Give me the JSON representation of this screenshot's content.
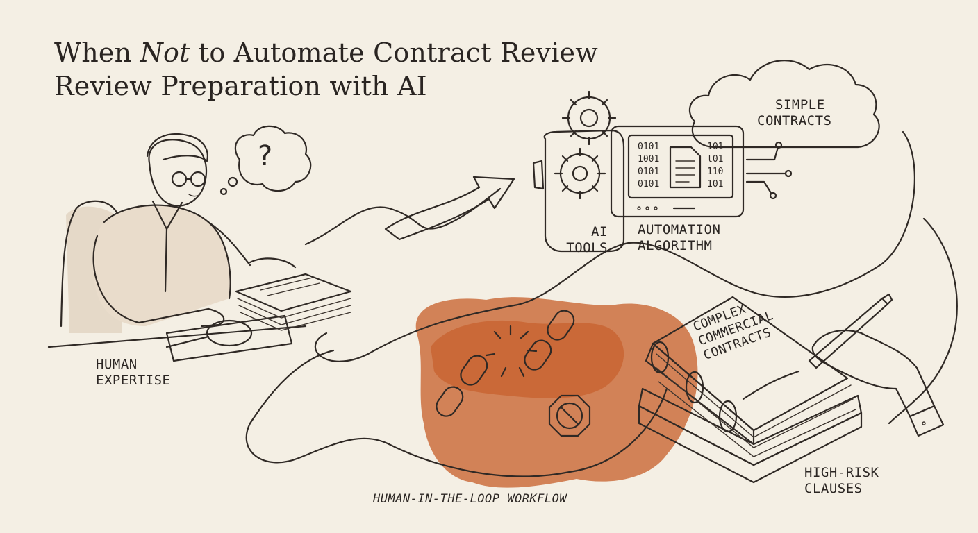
{
  "title": {
    "line1_pre": "When ",
    "line1_em": "Not",
    "line1_post": " to Automate Contract Review",
    "line2": "Review Preparation with AI"
  },
  "labels": {
    "human_expertise": [
      "HUMAN",
      "EXPERTISE"
    ],
    "ai_tools": [
      "AI",
      "TOOLS"
    ],
    "automation_algorithm": [
      "AUTOMATION",
      "ALGORITHM"
    ],
    "simple_contracts": [
      "SIMPLE",
      "CONTRACTS"
    ],
    "workflow": "HUMAN-IN-THE-LOOP WORKFLOW",
    "binder": [
      "COMPLEX",
      "COMMERCIAL",
      "CONTRACTS"
    ],
    "high_risk": [
      "HIGH-RISK",
      "CLAUSES"
    ]
  },
  "screen_code": [
    "0101",
    "1001",
    "0101",
    "0101",
    "101",
    "l01",
    "110",
    "101"
  ],
  "thought_glyph": "?",
  "colors": {
    "background": "#f4efe4",
    "ink": "#2f2925",
    "accent_wash": "#c8632f"
  },
  "icons": [
    "gear-icon",
    "document-icon",
    "broken-chain-icon",
    "prohibited-icon",
    "magnifier-icon",
    "cloud-icon",
    "pen-icon",
    "binder-icon",
    "arrow-icon",
    "question-bubble-icon"
  ]
}
